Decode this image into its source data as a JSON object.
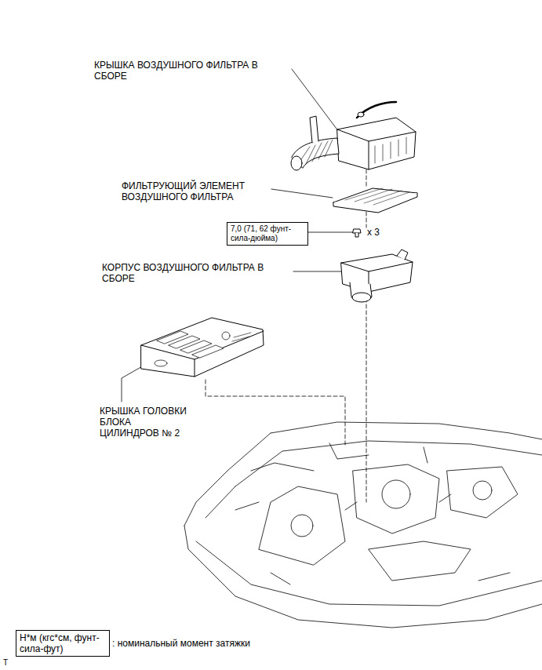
{
  "diagram": {
    "nodes": [
      {
        "text": [
          "7,0 (71, 62 фунт-сила-дюйма)"
        ]
      },
      {
        "text": [
          "Н*м (кгс*см, фунт-сила-фут)"
        ]
      }
    ],
    "labels": [
      "КРЫШКА ВОЗДУШНОГО ФИЛЬТРА В СБОРЕ",
      "ФИЛЬТРУЮЩИЙ ЭЛЕМЕНТ ВОЗДУШНОГО ФИЛЬТРА",
      "x 3",
      "КОРПУС ВОЗДУШНОГО ФИЛЬТРА В СБОРЕ",
      "КРЫШКА ГОЛОВКИ БЛОКА ЦИЛИНДРОВ № 2",
      ": номинальный момент затяжки",
      "T"
    ]
  }
}
